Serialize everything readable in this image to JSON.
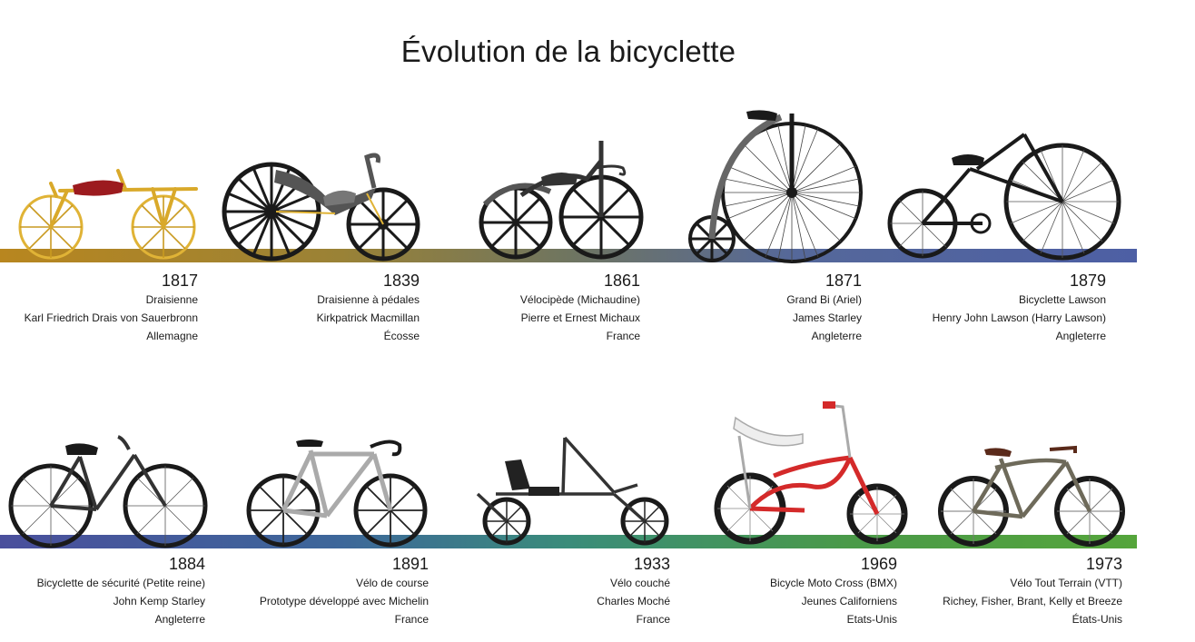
{
  "title": "Évolution de la bicyclette",
  "colors": {
    "band_row1": [
      "#b8861f",
      "#4d5fa4"
    ],
    "band_row2": [
      "#4a4f9c",
      "#55a53b"
    ]
  },
  "entries": [
    {
      "year": "1817",
      "name": "Draisienne",
      "inventor": "Karl Friedrich Drais von Sauerbronn",
      "country": "Allemagne"
    },
    {
      "year": "1839",
      "name": "Draisienne à pédales",
      "inventor": "Kirkpatrick Macmillan",
      "country": "Écosse"
    },
    {
      "year": "1861",
      "name": "Vélocipède (Michaudine)",
      "inventor": "Pierre et Ernest Michaux",
      "country": "France"
    },
    {
      "year": "1871",
      "name": "Grand Bi (Ariel)",
      "inventor": "James Starley",
      "country": "Angleterre"
    },
    {
      "year": "1879",
      "name": "Bicyclette Lawson",
      "inventor": "Henry John Lawson (Harry Lawson)",
      "country": "Angleterre"
    },
    {
      "year": "1884",
      "name": "Bicyclette de sécurité (Petite reine)",
      "inventor": "John Kemp Starley",
      "country": "Angleterre"
    },
    {
      "year": "1891",
      "name": "Vélo de course",
      "inventor": "Prototype développé avec Michelin",
      "country": "France"
    },
    {
      "year": "1933",
      "name": "Vélo couché",
      "inventor": "Charles Moché",
      "country": "France"
    },
    {
      "year": "1969",
      "name": "Bicycle Moto Cross (BMX)",
      "inventor": "Jeunes Californiens",
      "country": "Etats-Unis"
    },
    {
      "year": "1973",
      "name": "Vélo Tout Terrain (VTT)",
      "inventor": "Richey, Fisher, Brant, Kelly et Breeze",
      "country": "États-Unis"
    }
  ]
}
